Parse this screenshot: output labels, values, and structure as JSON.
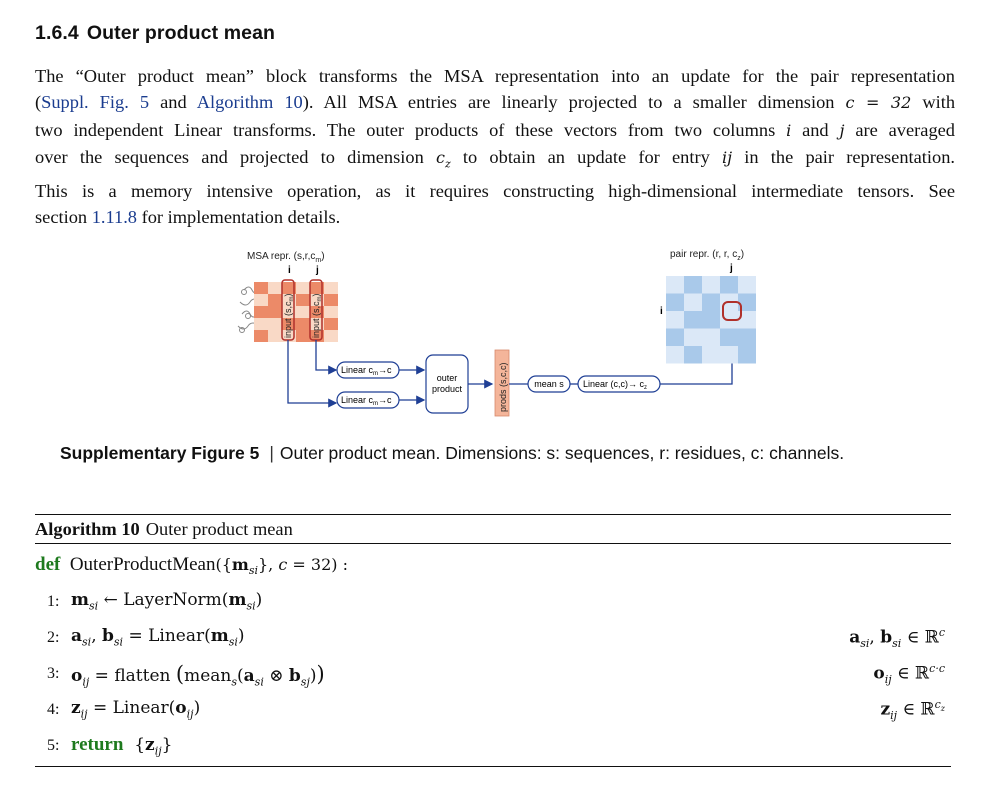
{
  "section": {
    "number": "1.6.4",
    "title": "Outer product mean"
  },
  "paragraph": {
    "l1": "The “Outer product mean” block transforms the MSA representation into an update for the pair representation",
    "l2_a": "(",
    "l2_ref1": "Suppl. Fig. 5",
    "l2_b": " and ",
    "l2_ref2": "Algorithm 10",
    "l2_c": "). All MSA entries are linearly projected to a smaller dimension ",
    "l2_math": "c = 32",
    "l2_d": " with",
    "l3_a": "two independent Linear transforms. The outer products of these vectors from two columns ",
    "l3_i": "i",
    "l3_b": " and ",
    "l3_j": "j",
    "l3_c": " are averaged",
    "l4_a": "over the sequences and projected to dimension ",
    "l4_cz": "c",
    "l4_z": "z",
    "l4_b": " to obtain an update for entry ",
    "l4_ij": "ij",
    "l4_c": " in the pair representation.",
    "l5": "This is a memory intensive operation, as it requires constructing high-dimensional intermediate tensors. See",
    "l6_a": "section ",
    "l6_ref": "1.11.8",
    "l6_b": " for implementation details."
  },
  "figure": {
    "msa_label": "MSA repr. (s,r,c",
    "msa_label_sub": "m",
    "msa_label_end": ")",
    "col_i": "i",
    "col_j": "j",
    "input_label": "input (s,c",
    "input_label_sub": "m",
    "input_label_end": ")",
    "linear1": "Linear c",
    "linear1_sub": "m",
    "linear1_end": "→c",
    "linear2": "Linear c",
    "linear2_sub": "m",
    "linear2_end": "→c",
    "outer_1": "outer",
    "outer_2": "product",
    "prods": "prods (s,c,c)",
    "mean": "mean s",
    "linear3": "Linear (c,c)→ c",
    "linear3_sub": "z",
    "pair_label": "pair repr. (r, r, c",
    "pair_label_sub": "z",
    "pair_label_end": ")",
    "pair_j": "j",
    "pair_i": "i",
    "colors": {
      "msa_dark": "#ec8a68",
      "msa_light": "#f9d9c6",
      "pair_dark": "#a9c9ea",
      "pair_light": "#dbe8f7",
      "arrow": "#1f3f95",
      "highlight": "#b0302a"
    }
  },
  "caption": {
    "label": "Supplementary Figure 5",
    "separator": "|",
    "text": "Outer product mean. Dimensions: s: sequences, r: residues, c: channels."
  },
  "algorithm": {
    "label": "Algorithm 10",
    "title": "Outer product mean",
    "def_kw": "def",
    "def_name": "OuterProductMean",
    "lines": [
      {
        "no": "1:"
      },
      {
        "no": "2:"
      },
      {
        "no": "3:"
      },
      {
        "no": "4:"
      },
      {
        "no": "5:",
        "kw": "return"
      }
    ]
  }
}
